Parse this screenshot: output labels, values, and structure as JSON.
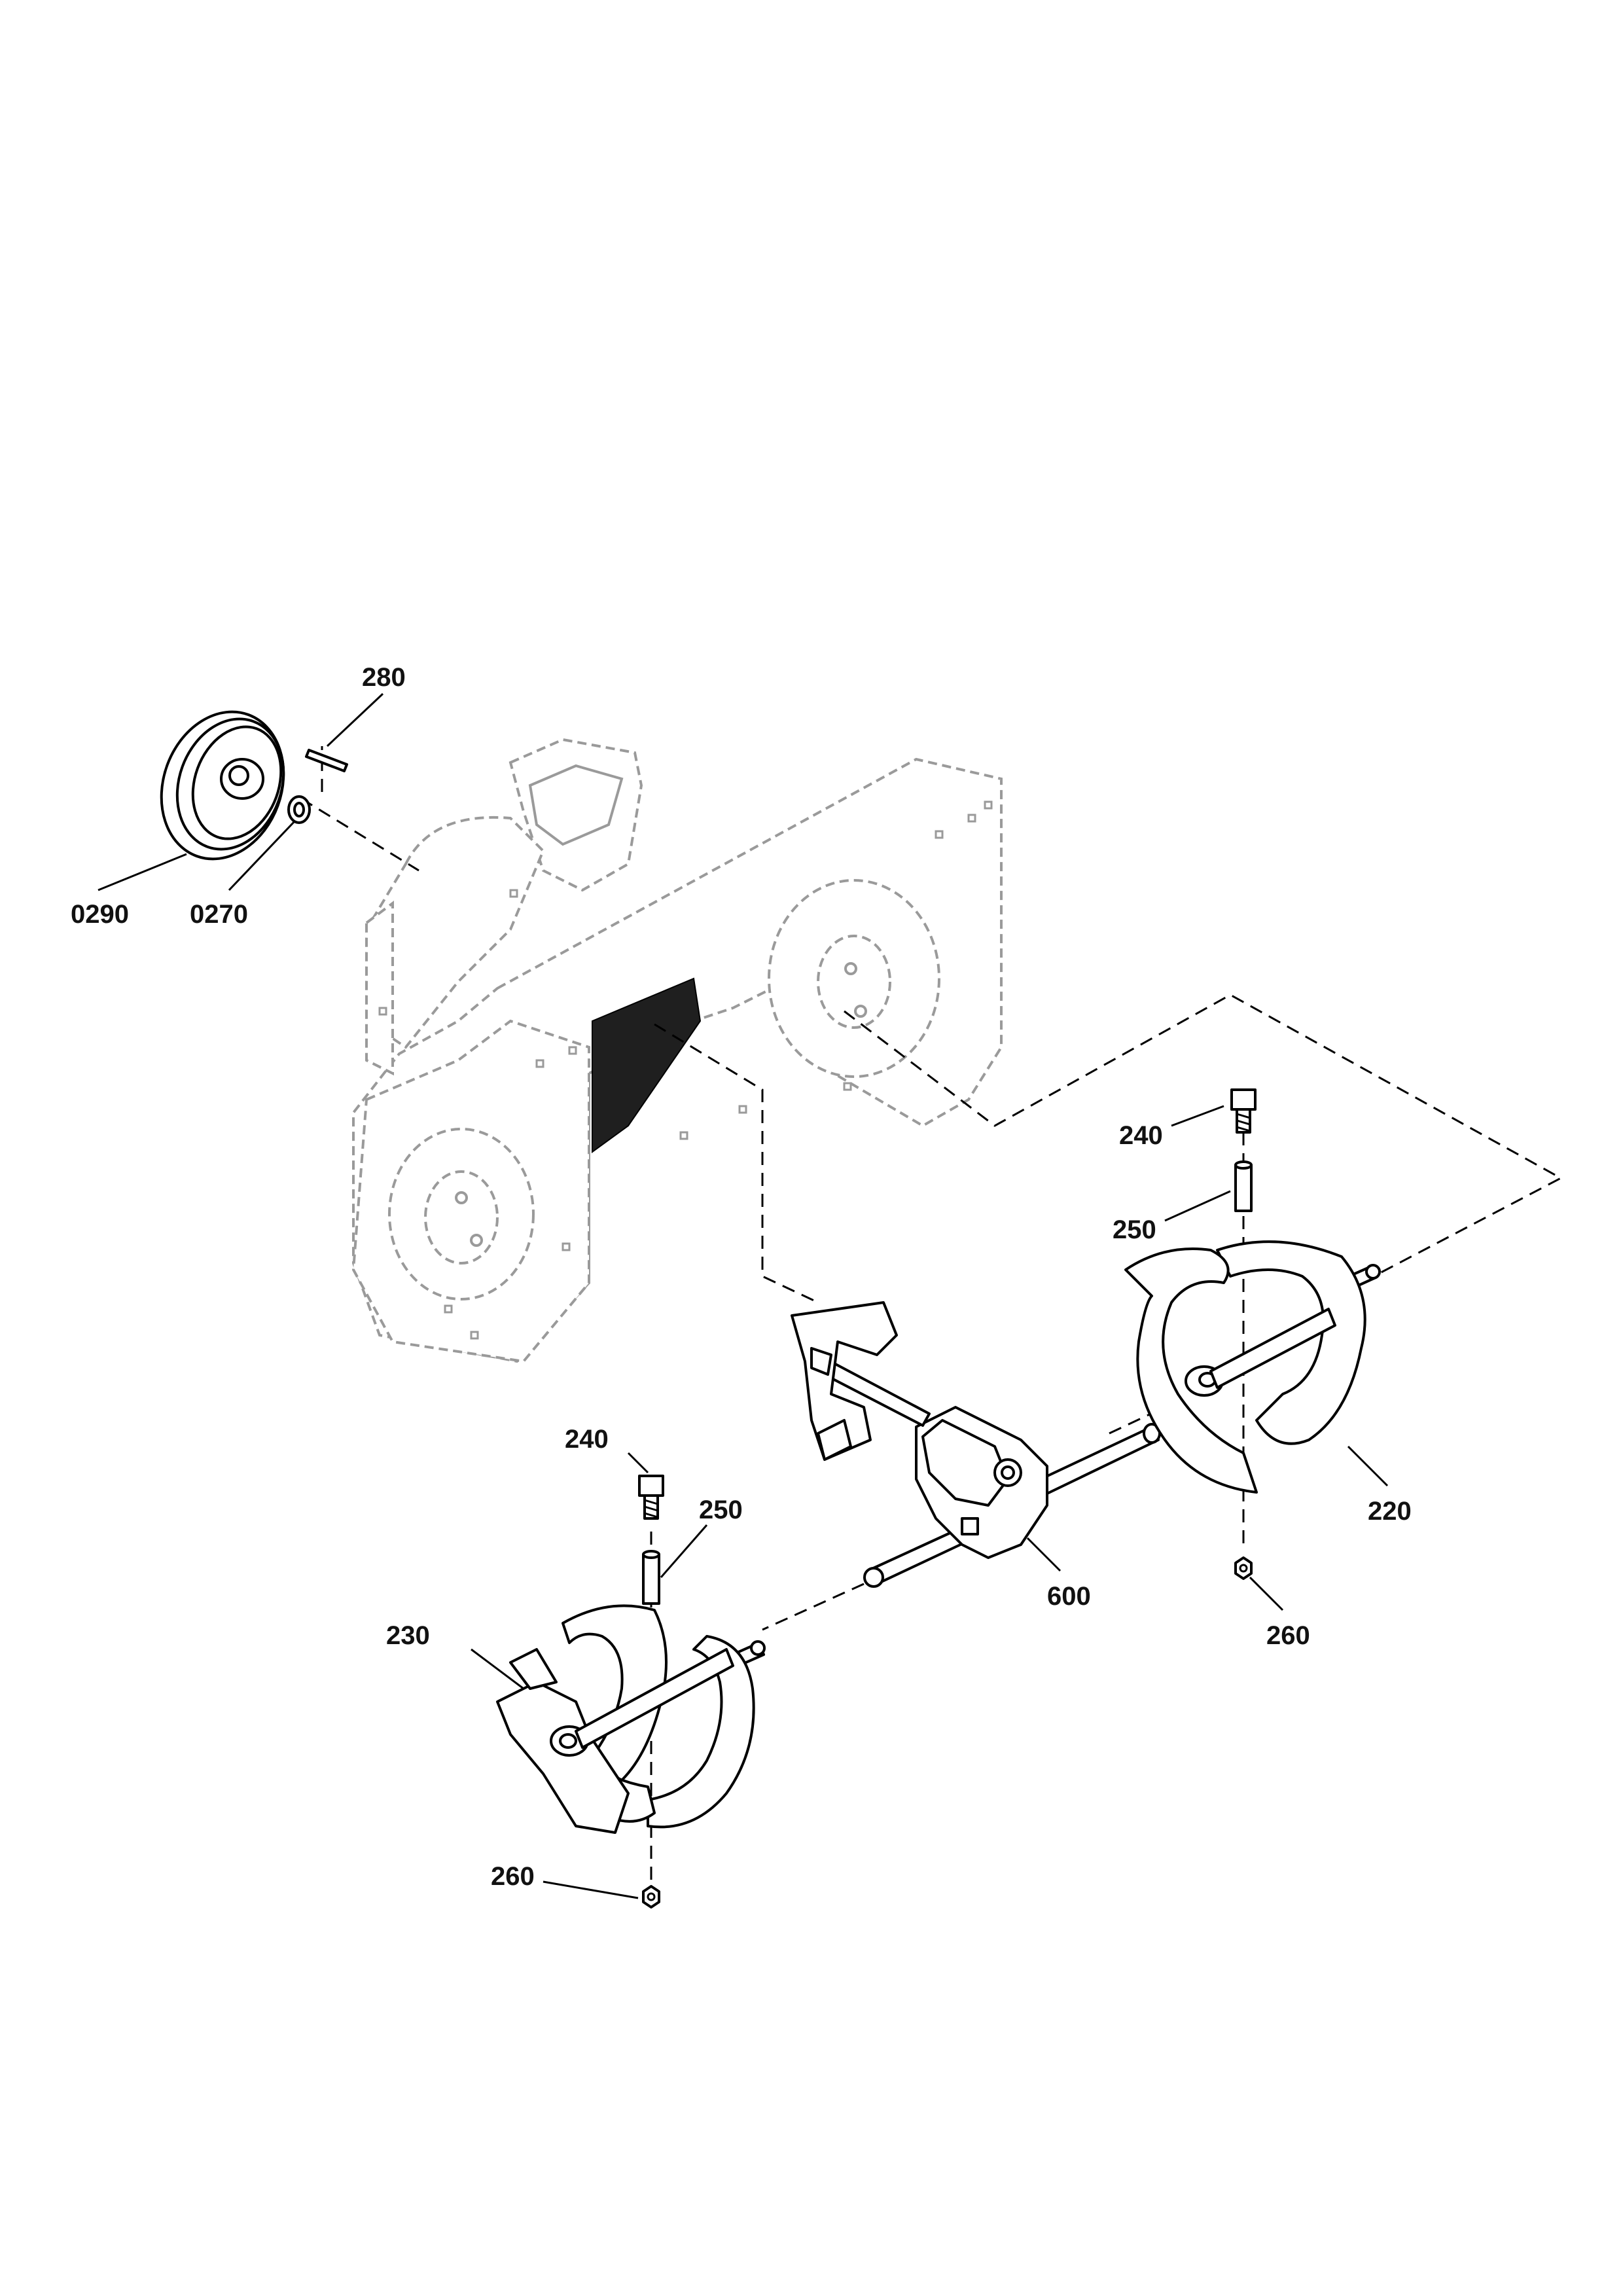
{
  "diagram": {
    "callouts": {
      "c280": "280",
      "c0290": "0290",
      "c0270": "0270",
      "c240_right": "240",
      "c250_right": "250",
      "c220": "220",
      "c260_right": "260",
      "c600": "600",
      "c240_left": "240",
      "c250_left": "250",
      "c230": "230",
      "c260_left": "260"
    }
  }
}
